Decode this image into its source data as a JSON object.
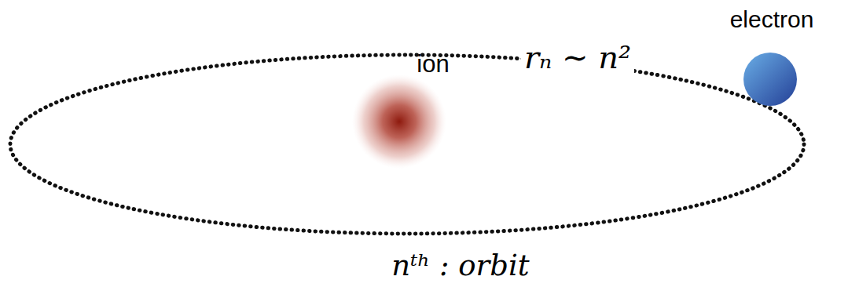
{
  "diagram": {
    "labels": [
      "electron",
      "ion",
      "rₙ ∼ n²",
      "nᵗʰ : orbit"
    ]
  }
}
